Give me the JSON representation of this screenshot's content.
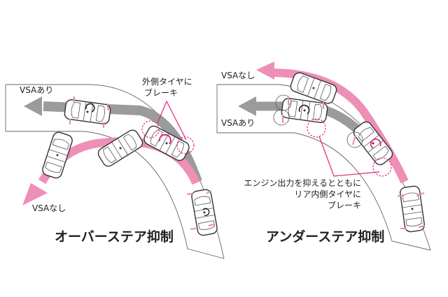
{
  "left_panel": {
    "title": "オーバーステア抑制",
    "with_vsa_label": "VSAあり",
    "without_vsa_label": "VSAなし",
    "callout_line1": "外側タイヤに",
    "callout_line2": "ブレーキ"
  },
  "right_panel": {
    "title": "アンダーステア抑制",
    "with_vsa_label": "VSAあり",
    "without_vsa_label": "VSAなし",
    "callout_line1": "エンジン出力を抑えるとともに",
    "callout_line2": "リア内側タイヤに",
    "callout_line3": "ブレーキ"
  },
  "colors": {
    "vsa_on_path": "#9b9b9b",
    "vsa_off_path": "#ee8fb8",
    "brake_highlight": "#e6217f",
    "text": "#222222"
  }
}
